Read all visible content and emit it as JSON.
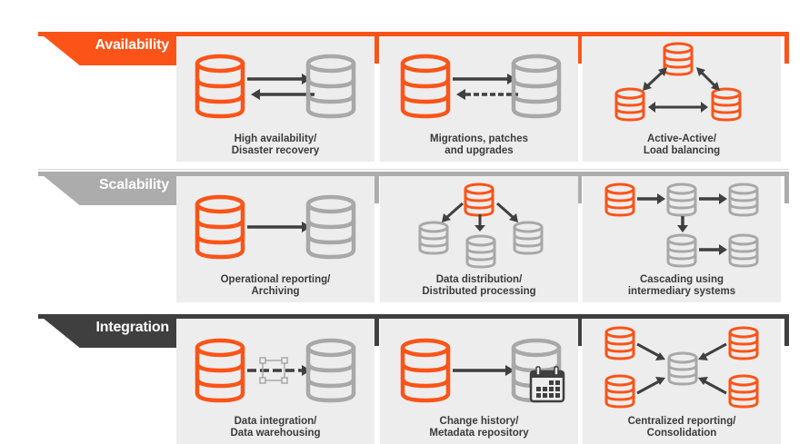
{
  "colors": {
    "availability": "#fc5418",
    "scalability": "#acacac",
    "integration": "#3f3f3f",
    "panel": "#ededed",
    "db_primary": "#fc5418",
    "db_secondary": "#a8a8a8",
    "arrow": "#3f3f3f",
    "caption": "#3b3b3b"
  },
  "rows": [
    {
      "name": "availability",
      "label": "Availability",
      "panels": [
        {
          "id": "ha-dr",
          "caption_line1": "High availability/",
          "caption_line2": "Disaster recovery",
          "diagram": "bidirectional-replication"
        },
        {
          "id": "migrations",
          "caption_line1": "Migrations, patches",
          "caption_line2": "and upgrades",
          "diagram": "one-way-with-fallback"
        },
        {
          "id": "active-active",
          "caption_line1": "Active-Active/",
          "caption_line2": "Load balancing",
          "diagram": "triangle-mesh"
        }
      ]
    },
    {
      "name": "scalability",
      "label": "Scalability",
      "panels": [
        {
          "id": "operational-reporting",
          "caption_line1": "Operational reporting/",
          "caption_line2": "Archiving",
          "diagram": "one-way"
        },
        {
          "id": "data-distribution",
          "caption_line1": "Data distribution/",
          "caption_line2": "Distributed processing",
          "diagram": "fan-out"
        },
        {
          "id": "cascading",
          "caption_line1": "Cascading using",
          "caption_line2": "intermediary systems",
          "diagram": "cascade"
        }
      ]
    },
    {
      "name": "integration",
      "label": "Integration",
      "panels": [
        {
          "id": "data-integration",
          "caption_line1": "Data integration/",
          "caption_line2": "Data warehousing",
          "diagram": "transform"
        },
        {
          "id": "change-history",
          "caption_line1": "Change history/",
          "caption_line2": "Metadata repository",
          "diagram": "to-calendar"
        },
        {
          "id": "centralized-reporting",
          "caption_line1": "Centralized reporting/",
          "caption_line2": "Consolidation",
          "diagram": "fan-in"
        }
      ]
    }
  ]
}
